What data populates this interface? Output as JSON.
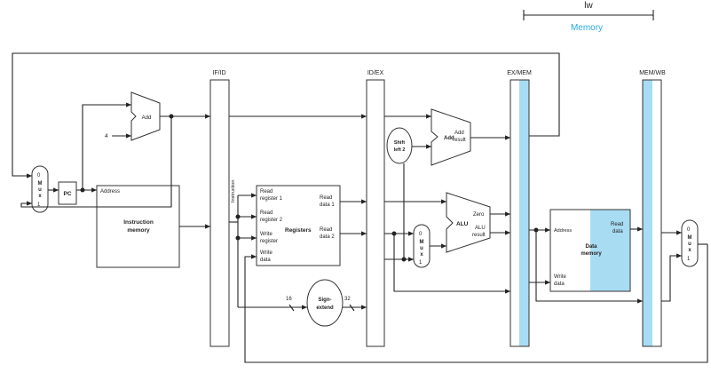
{
  "header": {
    "instruction": "lw",
    "stage": "Memory",
    "stage_color": "#29abe2"
  },
  "pipeline_registers": {
    "if_id": "IF/ID",
    "id_ex": "ID/EX",
    "ex_mem": "EX/MEM",
    "mem_wb": "MEM/WB"
  },
  "highlight_color": "#a8dcf2",
  "pc": {
    "label": "PC"
  },
  "mux": {
    "zero": "0",
    "m": "M",
    "u": "u",
    "x": "x",
    "one": "1"
  },
  "pc_adder": {
    "label": "Add",
    "four": "4"
  },
  "instruction_memory": {
    "address": "Address",
    "line1": "Instruction",
    "line2": "memory"
  },
  "instruction_bus": "Instruction",
  "registers": {
    "read_register_1": [
      "Read",
      "register 1"
    ],
    "read_register_2": [
      "Read",
      "register 2"
    ],
    "write_register": [
      "Write",
      "register"
    ],
    "write_data": [
      "Write",
      "data"
    ],
    "title": "Registers",
    "read_data_1": [
      "Read",
      "data 1"
    ],
    "read_data_2": [
      "Read",
      "data 2"
    ]
  },
  "sign_extend": {
    "line1": "Sign-",
    "line2": "extend",
    "in_bits": "16",
    "out_bits": "32"
  },
  "shift_left": {
    "line1": "Shift",
    "line2": "left 2"
  },
  "branch_adder": {
    "label": "Add",
    "result": [
      "Add",
      "result"
    ]
  },
  "alu": {
    "label": "ALU",
    "zero": "Zero",
    "result": [
      "ALU",
      "result"
    ]
  },
  "data_memory": {
    "address": "Address",
    "read_data": [
      "Read",
      "data"
    ],
    "title": [
      "Data",
      "memory"
    ],
    "write_data": [
      "Write",
      "data"
    ]
  }
}
